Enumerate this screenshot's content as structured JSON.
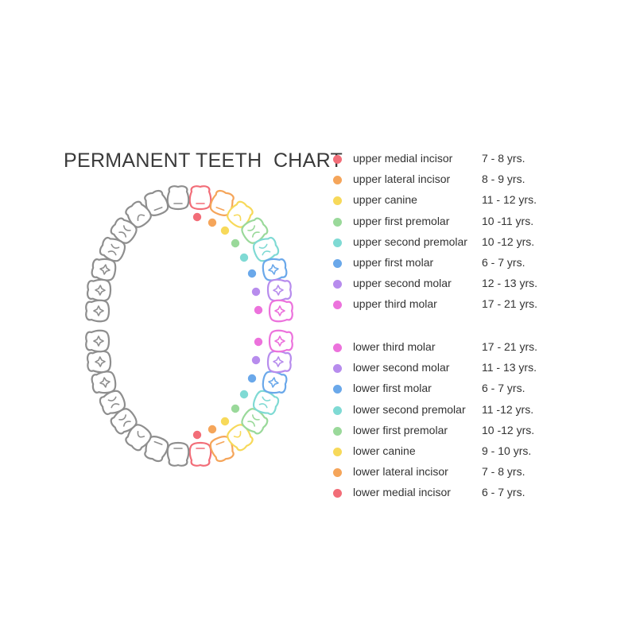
{
  "title": "PERMANENT TEETH  CHART",
  "colors": {
    "outline": "#8e8e8e",
    "medial_incisor": "#f26d78",
    "lateral_incisor": "#f5a55a",
    "canine": "#f7d95a",
    "first_premolar": "#9ad99a",
    "second_premolar": "#7fdad4",
    "first_molar": "#6aa8ea",
    "second_molar": "#b78ced",
    "third_molar": "#ec72dc"
  },
  "upper_legend": [
    {
      "name": "upper medial incisor",
      "age": "7 - 8 yrs.",
      "color": "#f26d78"
    },
    {
      "name": "upper lateral incisor",
      "age": "8 - 9 yrs.",
      "color": "#f5a55a"
    },
    {
      "name": "upper canine",
      "age": "11 - 12 yrs.",
      "color": "#f7d95a"
    },
    {
      "name": "upper first premolar",
      "age": "10 -11 yrs.",
      "color": "#9ad99a"
    },
    {
      "name": "upper second premolar",
      "age": "10 -12 yrs.",
      "color": "#7fdad4"
    },
    {
      "name": "upper first molar",
      "age": "6 - 7 yrs.",
      "color": "#6aa8ea"
    },
    {
      "name": "upper second molar",
      "age": "12 - 13 yrs.",
      "color": "#b78ced"
    },
    {
      "name": "upper third molar",
      "age": "17 - 21 yrs.",
      "color": "#ec72dc"
    }
  ],
  "lower_legend": [
    {
      "name": "lower third molar",
      "age": "17 - 21 yrs.",
      "color": "#ec72dc"
    },
    {
      "name": "lower second molar",
      "age": "11 - 13 yrs.",
      "color": "#b78ced"
    },
    {
      "name": "lower first molar",
      "age": "6 - 7 yrs.",
      "color": "#6aa8ea"
    },
    {
      "name": "lower second premolar",
      "age": "11 -12 yrs.",
      "color": "#7fdad4"
    },
    {
      "name": "lower first premolar",
      "age": "10 -12 yrs.",
      "color": "#9ad99a"
    },
    {
      "name": "lower canine",
      "age": "9 - 10 yrs.",
      "color": "#f7d95a"
    },
    {
      "name": "lower lateral incisor",
      "age": "7 - 8 yrs.",
      "color": "#f5a55a"
    },
    {
      "name": "lower medial incisor",
      "age": "6 - 7 yrs.",
      "color": "#f26d78"
    }
  ]
}
